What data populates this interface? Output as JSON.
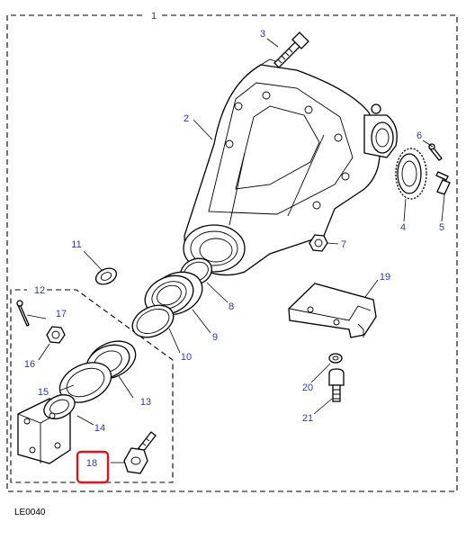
{
  "diagram_code": "LE0040",
  "callouts": {
    "c1": "1",
    "c2": "2",
    "c3": "3",
    "c4": "4",
    "c5": "5",
    "c6": "6",
    "c7": "7",
    "c8": "8",
    "c9": "9",
    "c10": "10",
    "c11": "11",
    "c12": "12",
    "c13": "13",
    "c14": "14",
    "c15": "15",
    "c16": "16",
    "c17": "17",
    "c18": "18",
    "c19": "19",
    "c20": "20",
    "c21": "21"
  },
  "highlighted_callout": "18",
  "colors": {
    "callout_text": "#2b3aa8",
    "highlight": "#e0141e",
    "line": "#000000"
  }
}
